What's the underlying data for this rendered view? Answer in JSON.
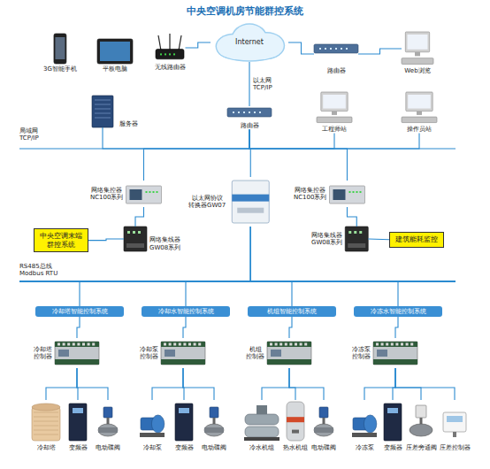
{
  "diagram": {
    "title": "中央空调机房节能群控系统",
    "nodes": [
      {
        "text": [
          "3G智能手机"
        ]
      },
      {
        "text": [
          "平板电脑"
        ]
      },
      {
        "text": [
          "无线路由器"
        ]
      },
      {
        "text": [
          "Internet"
        ]
      },
      {
        "text": [
          "路由器"
        ]
      },
      {
        "text": [
          "Web浏览"
        ]
      },
      {
        "text": [
          "服务器"
        ]
      },
      {
        "text": [
          "路由器"
        ]
      },
      {
        "text": [
          "工程师站"
        ]
      },
      {
        "text": [
          "操作员站"
        ]
      },
      {
        "text": [
          "网络集控器 NC100系列"
        ]
      },
      {
        "text": [
          "以太网协议 转换器GW07"
        ]
      },
      {
        "text": [
          "网络集控器 NC100系列"
        ]
      },
      {
        "text": [
          "中央空调末端 群控系统"
        ]
      },
      {
        "text": [
          "网络集线器 GW08系列"
        ]
      },
      {
        "text": [
          "网络集线器 GW08系列"
        ]
      },
      {
        "text": [
          "建筑能耗监控"
        ]
      },
      {
        "text": [
          "冷却塔智能控制系统"
        ]
      },
      {
        "text": [
          "冷却水智能控制系统"
        ]
      },
      {
        "text": [
          "机组智能控制系统"
        ]
      },
      {
        "text": [
          "冷冻水智能控制系统"
        ]
      },
      {
        "text": [
          "冷却塔 控制器"
        ]
      },
      {
        "text": [
          "冷却泵 控制器"
        ]
      },
      {
        "text": [
          "机组 控制器"
        ]
      },
      {
        "text": [
          "冷冻泵 控制器"
        ]
      },
      {
        "text": [
          "冷却塔"
        ]
      },
      {
        "text": [
          "变频器"
        ]
      },
      {
        "text": [
          "电动碟阀"
        ]
      },
      {
        "text": [
          "冷却泵"
        ]
      },
      {
        "text": [
          "变频器"
        ]
      },
      {
        "text": [
          "电动碟阀"
        ]
      },
      {
        "text": [
          "冷水机组"
        ]
      },
      {
        "text": [
          "热水机组"
        ]
      },
      {
        "text": [
          "电动碟阀"
        ]
      },
      {
        "text": [
          "冷冻泵"
        ]
      },
      {
        "text": [
          "变频器"
        ]
      },
      {
        "text": [
          "压差旁通阀"
        ]
      },
      {
        "text": [
          "压差控制器"
        ]
      }
    ],
    "edges": [
      {
        "from": 2,
        "to": 3,
        "arrow": "none"
      },
      {
        "from": 3,
        "to": 4,
        "arrow": "none"
      },
      {
        "from": 4,
        "to": 5,
        "arrow": "none"
      },
      {
        "from": 3,
        "to": 7,
        "label": "以太网 TCP/IP",
        "arrow": "none"
      },
      {
        "from": 7,
        "to": 6,
        "arrow": "none"
      },
      {
        "from": 7,
        "to": 8,
        "arrow": "none"
      },
      {
        "from": 7,
        "to": 9,
        "arrow": "none"
      },
      {
        "from": 7,
        "to": 10,
        "arrow": "none"
      },
      {
        "from": 7,
        "to": 11,
        "arrow": "none"
      },
      {
        "from": 7,
        "to": 12,
        "arrow": "none"
      },
      {
        "from": 10,
        "to": 14,
        "arrow": "none"
      },
      {
        "from": 12,
        "to": 15,
        "arrow": "none"
      },
      {
        "from": 14,
        "to": 13,
        "arrow": "none"
      },
      {
        "from": 15,
        "to": 16,
        "arrow": "none"
      },
      {
        "from": 11,
        "to": 17,
        "arrow": "none"
      },
      {
        "from": 11,
        "to": 18,
        "arrow": "none"
      },
      {
        "from": 11,
        "to": 19,
        "arrow": "none"
      },
      {
        "from": 11,
        "to": 20,
        "arrow": "none"
      },
      {
        "from": 17,
        "to": 21,
        "arrow": "none"
      },
      {
        "from": 18,
        "to": 22,
        "arrow": "none"
      },
      {
        "from": 19,
        "to": 23,
        "arrow": "none"
      },
      {
        "from": 20,
        "to": 24,
        "arrow": "none"
      },
      {
        "from": 21,
        "to": 25,
        "arrow": "none"
      },
      {
        "from": 21,
        "to": 26,
        "arrow": "none"
      },
      {
        "from": 21,
        "to": 27,
        "arrow": "none"
      },
      {
        "from": 22,
        "to": 28,
        "arrow": "none"
      },
      {
        "from": 22,
        "to": 29,
        "arrow": "none"
      },
      {
        "from": 22,
        "to": 30,
        "arrow": "none"
      },
      {
        "from": 23,
        "to": 31,
        "arrow": "none"
      },
      {
        "from": 23,
        "to": 32,
        "arrow": "none"
      },
      {
        "from": 23,
        "to": 33,
        "arrow": "none"
      },
      {
        "from": 24,
        "to": 34,
        "arrow": "none"
      },
      {
        "from": 24,
        "to": 35,
        "arrow": "none"
      },
      {
        "from": 24,
        "to": 36,
        "arrow": "none"
      },
      {
        "from": 24,
        "to": 37,
        "arrow": "none"
      }
    ],
    "labels": [
      "局域网 TCP/IP",
      "RS485总线 Modbus RTU"
    ]
  }
}
